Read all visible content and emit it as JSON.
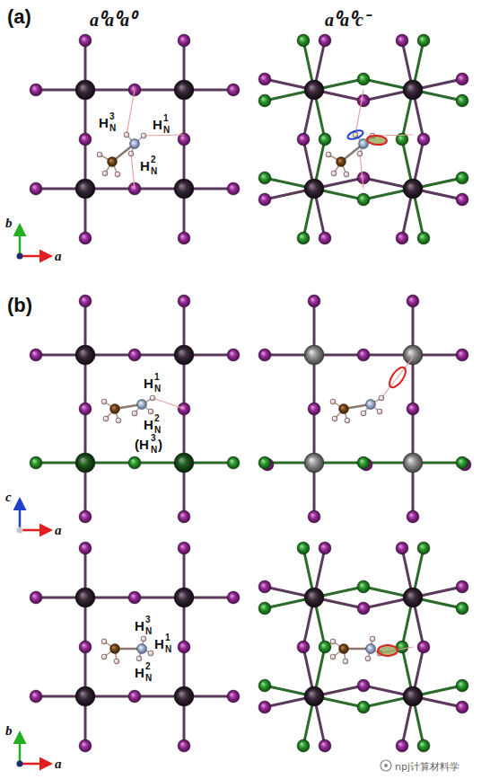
{
  "diagram": {
    "labels": [
      "(a)",
      "a⁰a⁰a⁰",
      "a⁰a⁰c⁻",
      "H",
      "3",
      "N",
      "H",
      "1",
      "N",
      "H",
      "2",
      "N",
      "b",
      "a",
      "(b)",
      "H",
      "1",
      "N",
      "H",
      "2",
      "N",
      "(H",
      "3",
      "N",
      ")",
      "c",
      "a",
      "H",
      "3",
      "N",
      "H",
      "1",
      "N",
      "H",
      "2",
      "N",
      "b",
      "a",
      "npj计算材料学"
    ]
  }
}
